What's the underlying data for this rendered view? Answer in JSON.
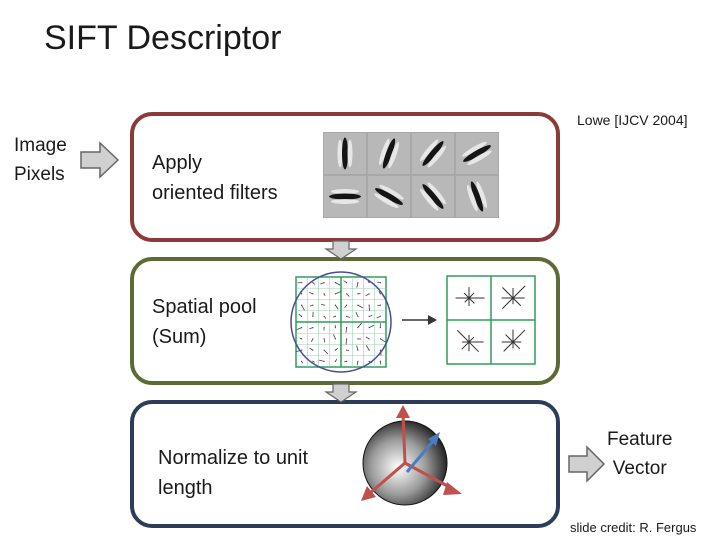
{
  "title": "SIFT Descriptor",
  "citation": "Lowe [IJCV 2004]",
  "input_label": [
    "Image",
    "Pixels"
  ],
  "stages": [
    {
      "lines": [
        "Apply",
        "oriented filters"
      ],
      "border_color": "#8b3a3a"
    },
    {
      "lines": [
        "Spatial pool",
        "(Sum)"
      ],
      "border_color": "#5c6b34"
    },
    {
      "lines": [
        "Normalize to unit",
        "length"
      ],
      "border_color": "#2b3d5a"
    }
  ],
  "output_label": [
    "Feature",
    "Vector"
  ],
  "credit": "slide credit: R. Fergus",
  "colors": {
    "arrow_fill": "#d0d0d0",
    "arrow_stroke": "#666666",
    "vector_arrow": "#4a7cc2",
    "axis_arrow": "#c0504d",
    "grid_line": "#2e9e5b"
  }
}
